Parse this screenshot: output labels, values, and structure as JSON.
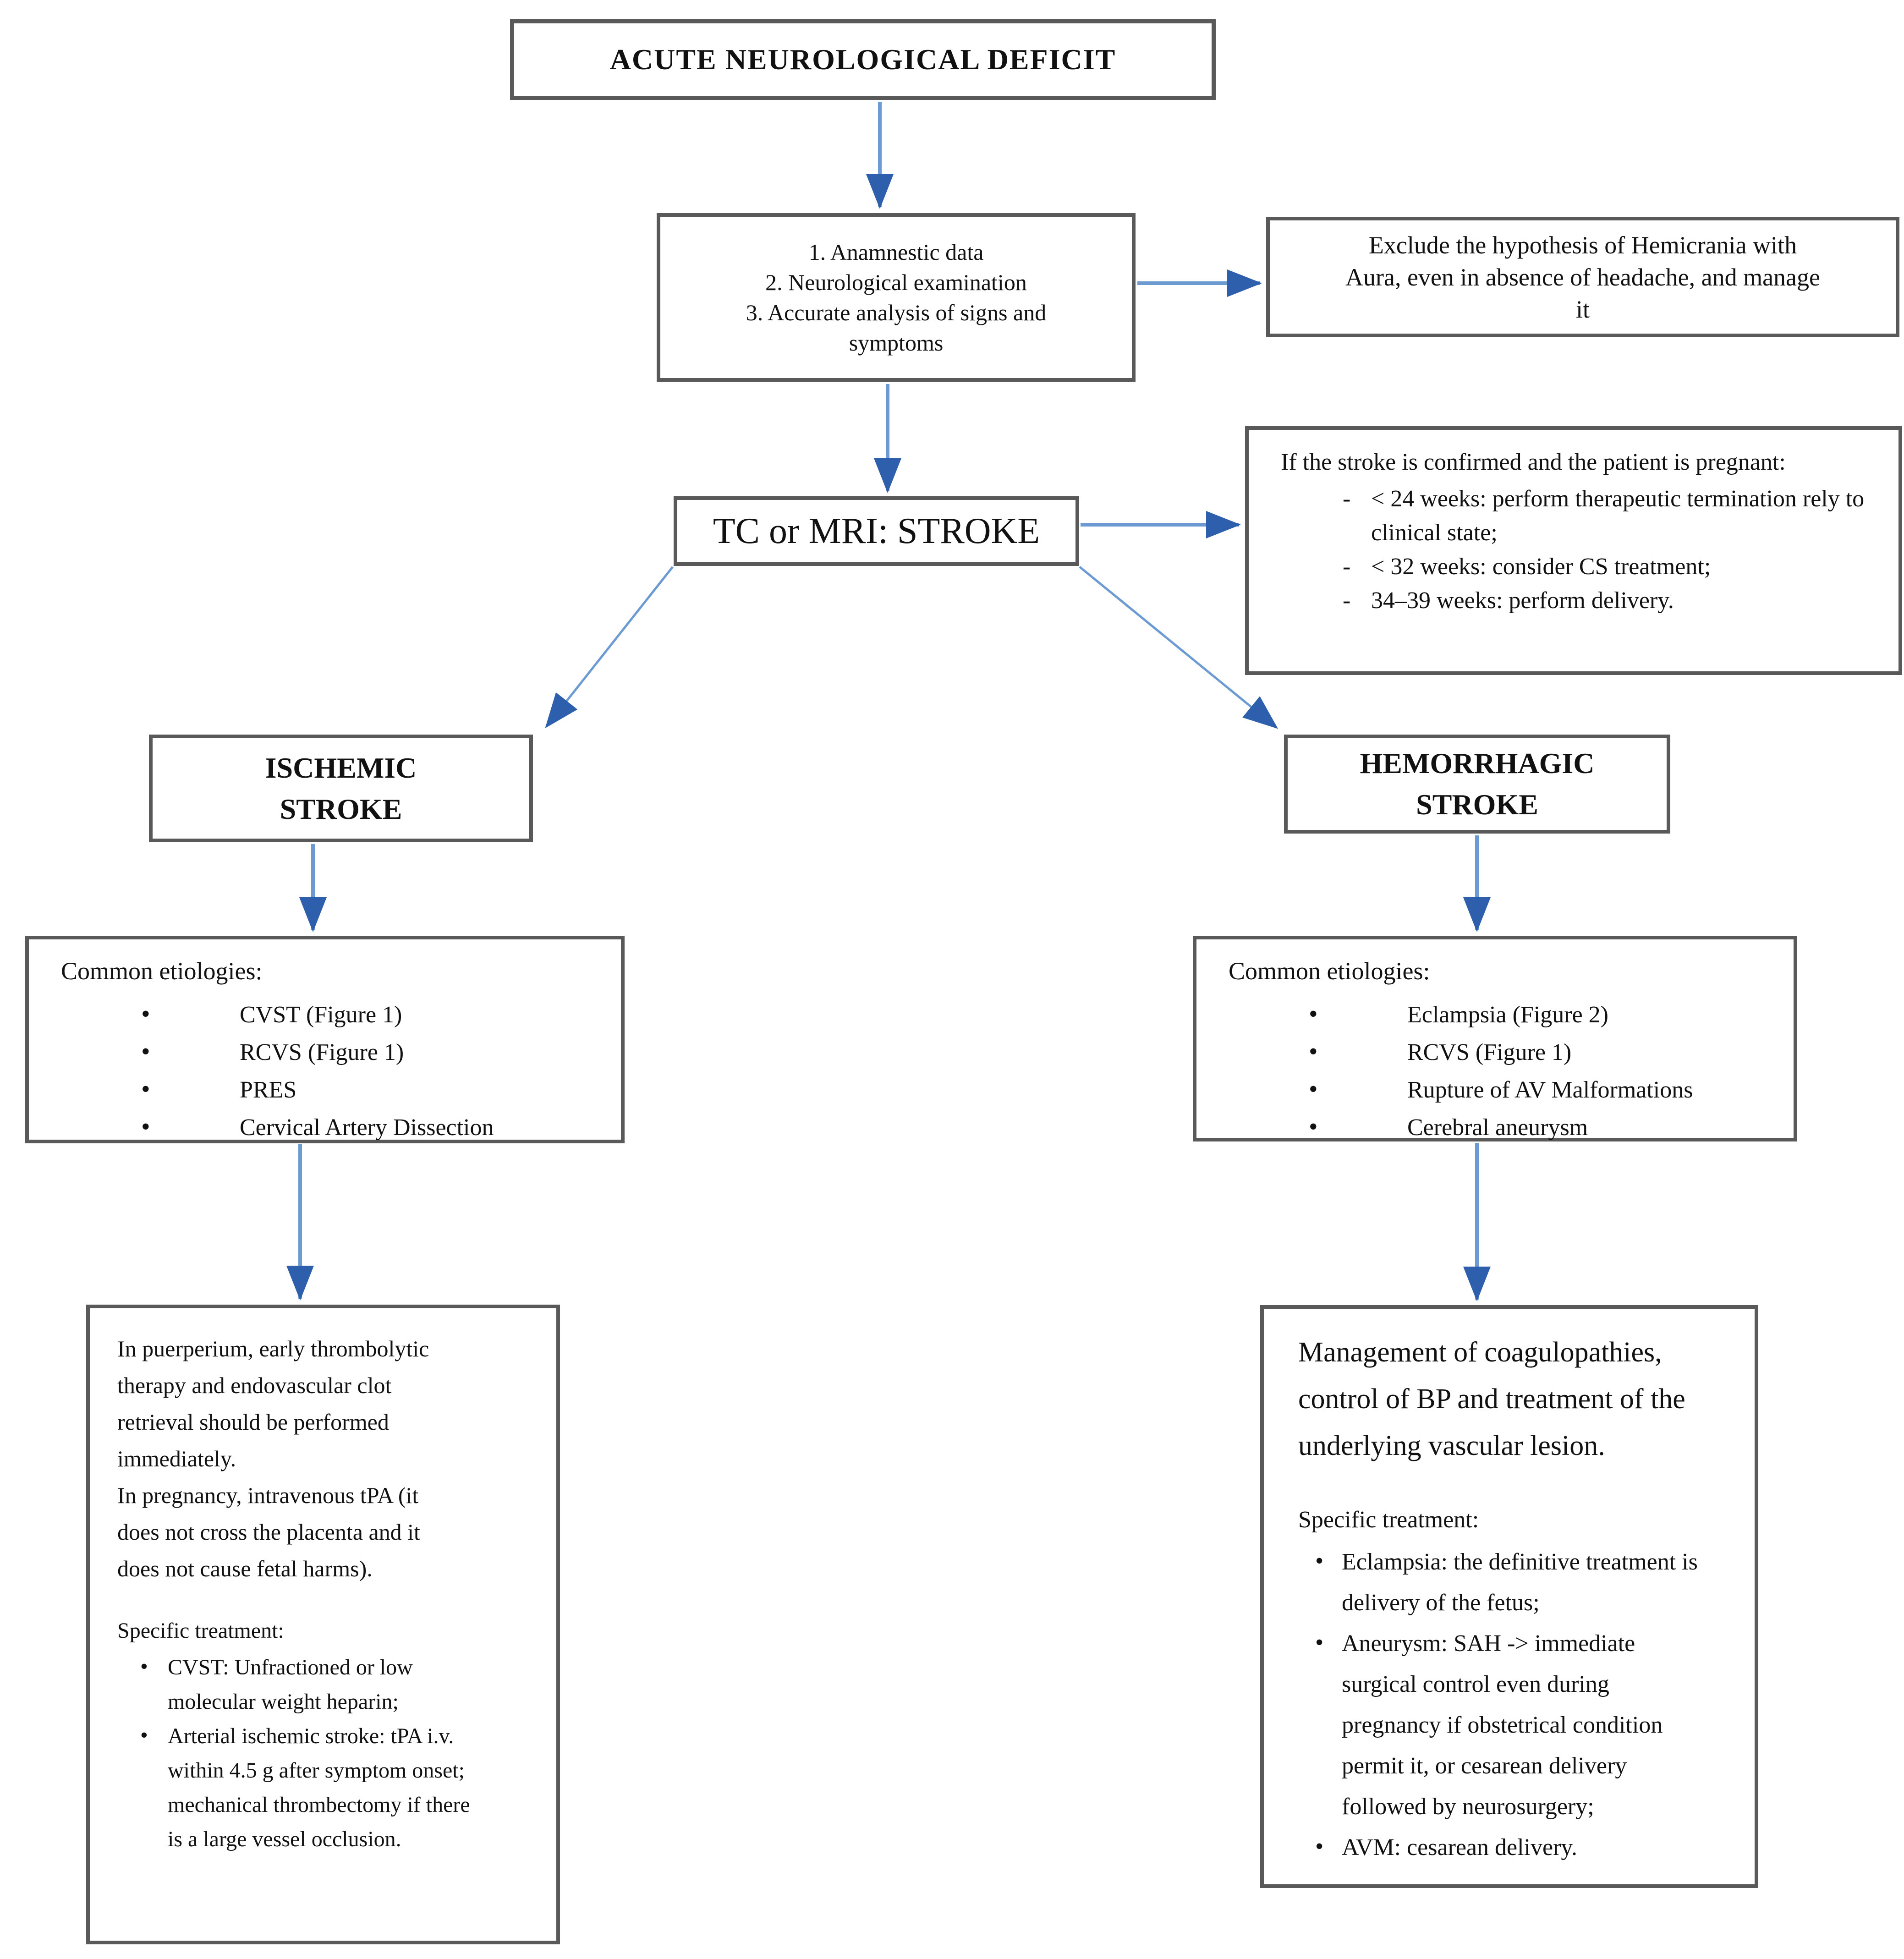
{
  "colors": {
    "arrow_line": "#6b9bd2",
    "arrow_head": "#2d5fad",
    "box_border": "#595959"
  },
  "boxes": {
    "title": {
      "label": "ACUTE NEUROLOGICAL DEFICIT"
    },
    "assessment": {
      "lines": [
        "1. Anamnestic data",
        "2. Neurological examination",
        "3. Accurate analysis of signs and symptoms"
      ]
    },
    "hemicrania": {
      "text": "Exclude the hypothesis of Hemicrania with Aura, even in absence of headache, and manage it"
    },
    "imaging": {
      "label": "TC or MRI: STROKE"
    },
    "pregnancy": {
      "intro": "If the stroke is confirmed and the patient is pregnant:",
      "items": [
        "< 24 weeks: perform therapeutic termination rely to clinical state;",
        "< 32 weeks: consider CS treatment;",
        "34–39 weeks: perform delivery."
      ]
    },
    "ischemic": {
      "lines": [
        "ISCHEMIC",
        "STROKE"
      ]
    },
    "hemorrhagic": {
      "lines": [
        "HEMORRHAGIC",
        "STROKE"
      ]
    },
    "etiologies_ischemic": {
      "heading": "Common etiologies:",
      "items": [
        "CVST (Figure 1)",
        "RCVS (Figure 1)",
        "PRES",
        "Cervical Artery Dissection"
      ]
    },
    "etiologies_hemorrhagic": {
      "heading": "Common etiologies:",
      "items": [
        "Eclampsia (Figure 2)",
        "RCVS (Figure 1)",
        "Rupture of AV Malformations",
        "Cerebral aneurysm"
      ]
    },
    "treatment_ischemic": {
      "paragraphs": [
        "In puerperium, early thrombolytic therapy and endovascular clot retrieval should be performed immediately.",
        "In pregnancy, intravenous tPA (it does not cross the placenta and it does not cause fetal harms)."
      ],
      "heading": "Specific treatment:",
      "items": [
        "CVST: Unfractioned or low molecular weight heparin;",
        "Arterial ischemic stroke: tPA i.v. within 4.5 g after symptom onset; mechanical thrombectomy if there is a large vessel occlusion."
      ]
    },
    "treatment_hemorrhagic": {
      "paragraph": "Management of coagulopathies, control of BP and treatment of the underlying vascular lesion.",
      "heading": "Specific treatment:",
      "items": [
        "Eclampsia: the definitive treatment is delivery of the fetus;",
        "Aneurysm: SAH -> immediate surgical control even during pregnancy if obstetrical condition permit it, or cesarean delivery followed by neurosurgery;",
        "AVM: cesarean delivery."
      ]
    }
  }
}
